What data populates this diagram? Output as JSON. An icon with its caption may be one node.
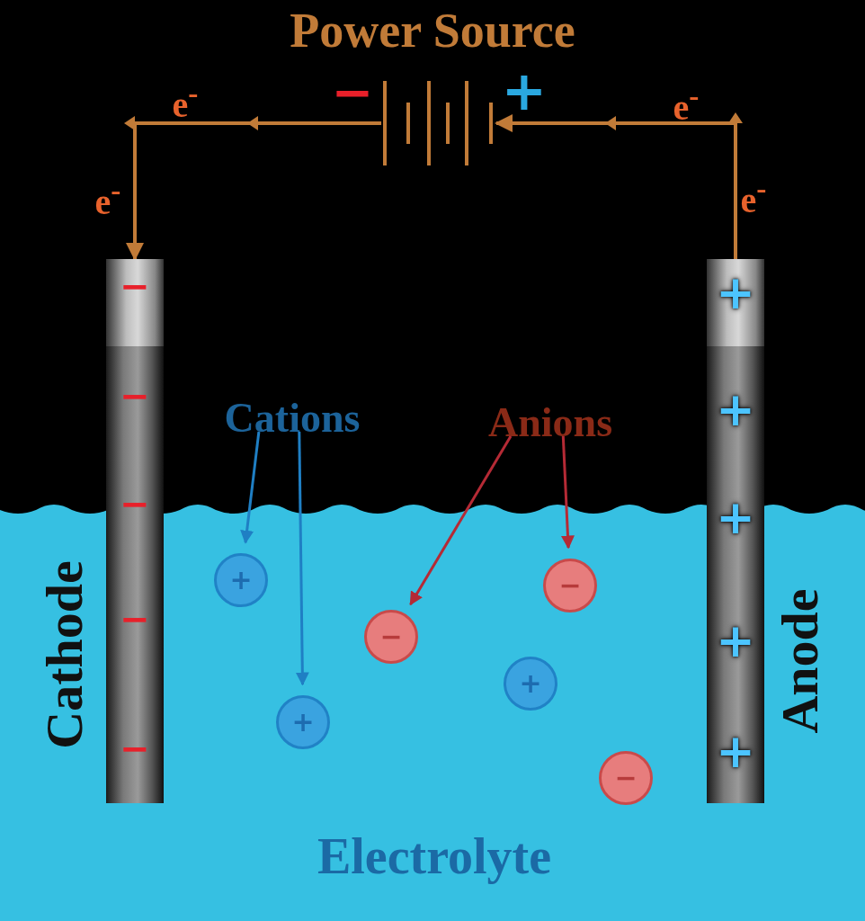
{
  "diagram": {
    "title": "Power Source",
    "nodes": [
      {
        "text": [],
        "shape": "battery"
      },
      {
        "text": [
          "Cathode"
        ]
      },
      {
        "text": [
          "Anode"
        ]
      },
      {
        "text": [
          "Cations"
        ]
      },
      {
        "text": [
          "Anions"
        ]
      },
      {
        "text": [
          "+"
        ]
      },
      {
        "text": [
          "+"
        ]
      },
      {
        "text": [
          "+"
        ]
      },
      {
        "text": [
          "−"
        ]
      },
      {
        "text": [
          "−"
        ]
      },
      {
        "text": [
          "−"
        ]
      }
    ],
    "edges": [
      {
        "from": 0,
        "to": 1,
        "arrow": "to"
      },
      {
        "from": 2,
        "to": 0,
        "arrow": "to"
      },
      {
        "from": 3,
        "to": 5,
        "arrow": "to",
        "color": "#1f7fc4"
      },
      {
        "from": 3,
        "to": 6,
        "arrow": "to",
        "color": "#1f7fc4"
      },
      {
        "from": 4,
        "to": 8,
        "arrow": "to",
        "color": "#b52a35"
      },
      {
        "from": 4,
        "to": 9,
        "arrow": "to",
        "color": "#b52a35"
      }
    ],
    "labels": [
      "e$^{-}$",
      "−",
      "+",
      "e$^{-}$",
      "e$^{-}$",
      "e$^{-}$",
      "−",
      "+",
      "−",
      "+",
      "−",
      "+",
      "−",
      "+",
      "−",
      "+",
      "Electrolyte"
    ]
  }
}
